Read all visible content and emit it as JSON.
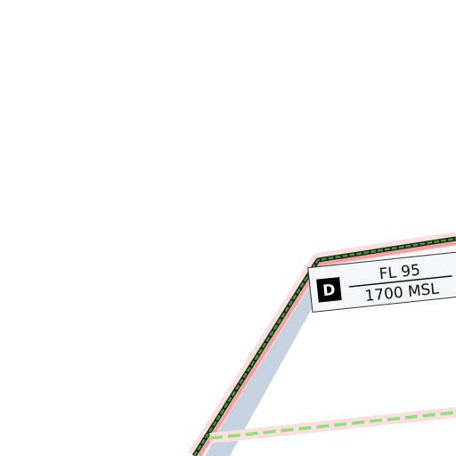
{
  "airspace_label": {
    "class_letter": "D",
    "upper_limit": "FL 95",
    "lower_limit": "1700 MSL"
  },
  "colors": {
    "background": "#ffffff",
    "boundary_green": "#2a8a1e",
    "boundary_dark": "#1a1a1a",
    "boundary_red_halo": "#f2a0a0",
    "boundary_pink_halo": "#fbdede",
    "shaded_band": "#9fb6cc",
    "dashed_boundary": "#8ee07a",
    "label_fill": "#f4f7fa",
    "badge_fill": "#000000"
  }
}
